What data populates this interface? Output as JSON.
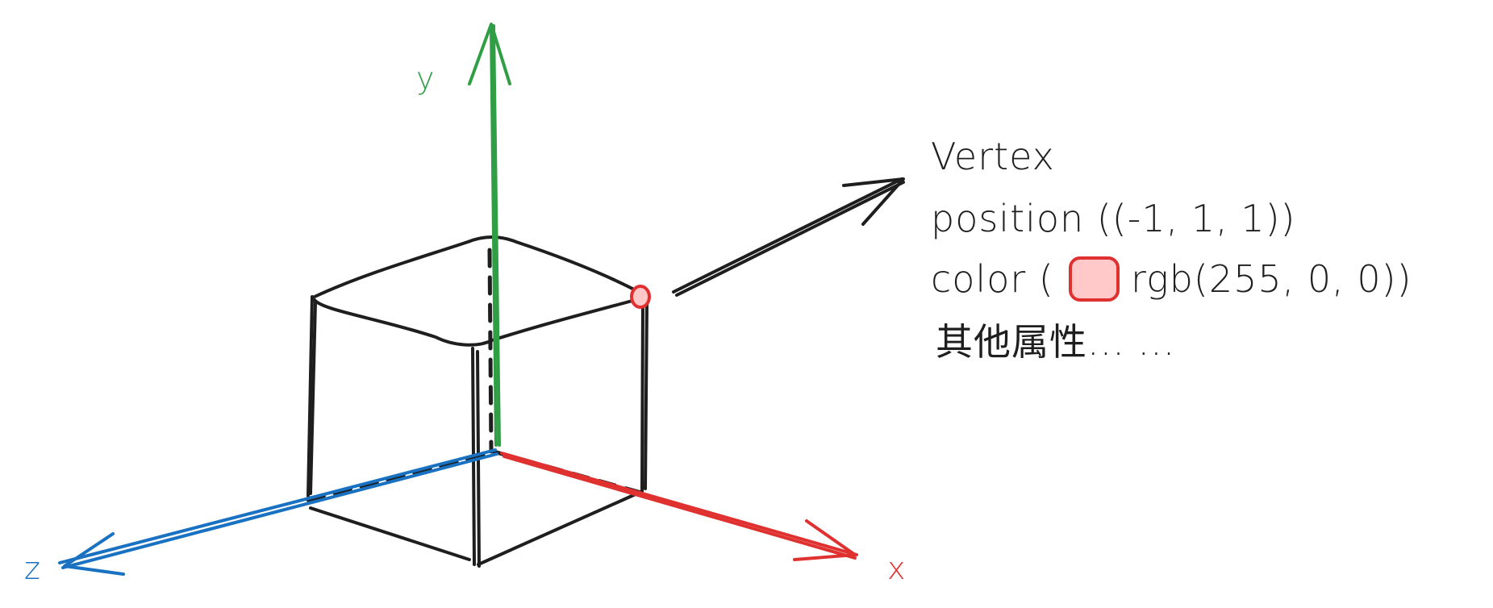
{
  "axes": {
    "x": {
      "label": "x",
      "color": "#e03131"
    },
    "y": {
      "label": "y",
      "color": "#2f9e44"
    },
    "z": {
      "label": "z",
      "color": "#1971c2"
    }
  },
  "vertex_info": {
    "title": "Vertex",
    "position_line": "position ((-1, 1, 1))",
    "color_prefix": "color (",
    "color_value": "rgb(255, 0, 0))",
    "other_line": "其他属性... ...",
    "swatch_fill": "#ffc9c9",
    "swatch_stroke": "#e03131"
  },
  "vertex_point": {
    "fill": "#ffc9c9",
    "stroke": "#e03131"
  }
}
